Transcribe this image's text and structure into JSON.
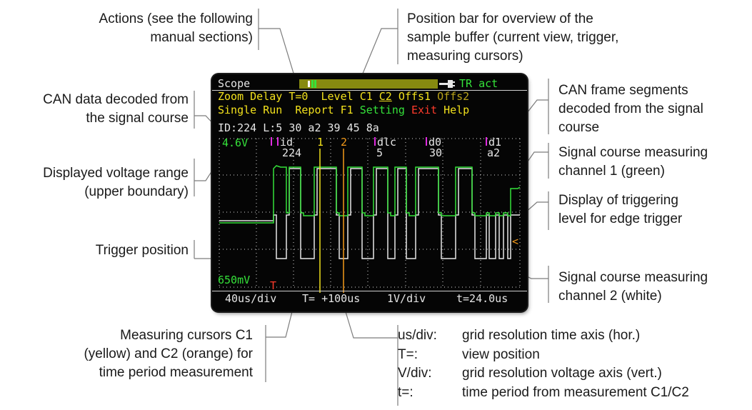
{
  "annotations": {
    "actions": [
      "Actions (see the following",
      "manual sections)"
    ],
    "position_bar": [
      "Position bar for overview of the",
      "sample buffer (current view, trigger,",
      "measuring cursors)"
    ],
    "can_data": [
      "CAN data decoded from",
      "the signal course"
    ],
    "voltage_range": [
      "Displayed voltage range",
      "(upper boundary)"
    ],
    "trigger_position": [
      "Trigger position"
    ],
    "cursors": [
      "Measuring cursors C1",
      "(yellow) and C2 (orange) for",
      "time period measurement"
    ],
    "can_segments": [
      "CAN frame segments",
      "decoded from the signal",
      "course"
    ],
    "channel1": [
      "Signal course measuring",
      "channel 1 (green)"
    ],
    "trigger_level": [
      "Display of triggering",
      "level for edge trigger"
    ],
    "channel2": [
      "Signal course measuring",
      "channel 2 (white)"
    ]
  },
  "legend": [
    {
      "key": "us/div:",
      "value": "grid resolution time axis (hor.)"
    },
    {
      "key": "T=:",
      "value": "view position"
    },
    {
      "key": "V/div:",
      "value": "grid resolution voltage axis (vert.)"
    },
    {
      "key": "t=:",
      "value": "time period from measurement C1/C2"
    }
  ],
  "screen": {
    "title": "Scope",
    "trigger_status": "TR act",
    "menu_row1": {
      "zoom": "Zoom",
      "delay": "Delay",
      "t0": "T=0",
      "level": "Level",
      "c1": "C1",
      "c2": "C2",
      "offs1": "Offs1",
      "offs2": "Offs2"
    },
    "menu_row2": {
      "single": "Single",
      "run": "Run",
      "report": "Report",
      "f1": "F1",
      "setting": "Setting",
      "exit": "Exit",
      "help": "Help"
    },
    "can_line": "ID:224 L:5 30 a2 39 45 8a",
    "voltage_top": "4.6V",
    "voltage_bottom": "650mV",
    "trigger_marker": "T",
    "cursor1_label": "1",
    "cursor2_label": "2",
    "level_marker": "<",
    "segments": [
      {
        "name": "id",
        "value": "224"
      },
      {
        "name": "dlc",
        "value": "5"
      },
      {
        "name": "d0",
        "value": "30"
      },
      {
        "name": "d1",
        "value": "a2"
      }
    ],
    "status": {
      "time_div": "40us/div",
      "view_pos": "T= +100us",
      "volt_div": "1V/div",
      "period": "t=24.0us"
    },
    "colors": {
      "green": "#35e23a",
      "yellow": "#f2e11c",
      "orange": "#f39a1a",
      "red": "#ff3b2b",
      "magenta": "#e02ce0",
      "white": "#e6e6e6",
      "olive": "#868a10"
    }
  }
}
